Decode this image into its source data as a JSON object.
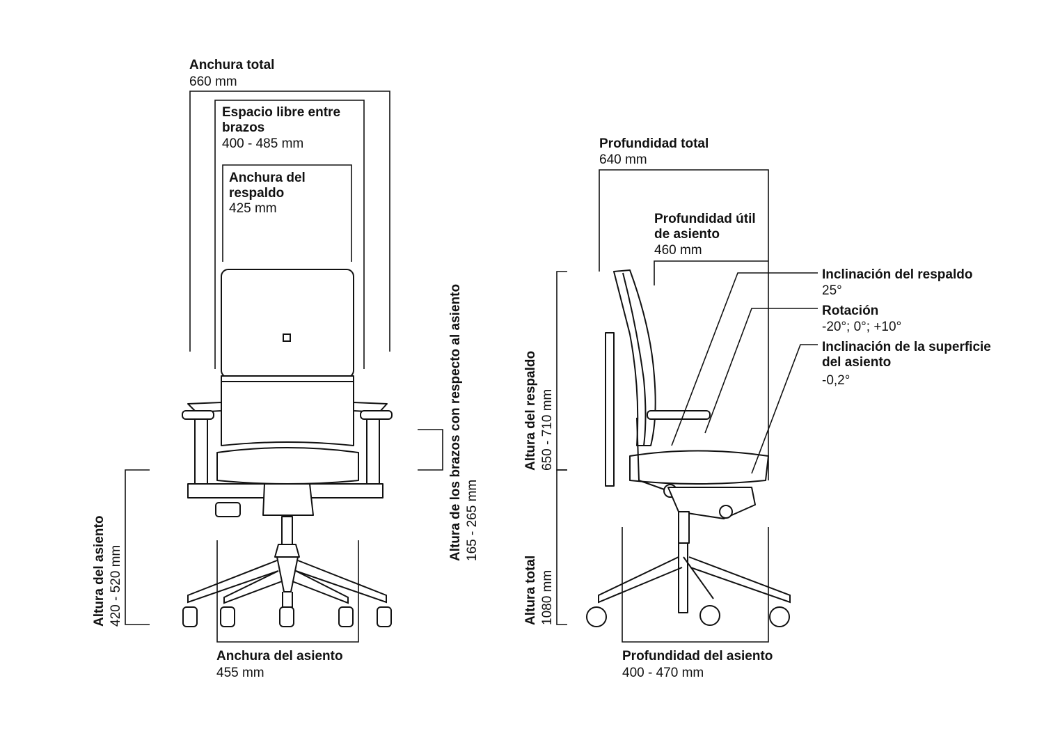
{
  "front_view": {
    "overall_width": {
      "label": "Anchura total",
      "value": "660 mm"
    },
    "armrest_clearance": {
      "label_line1": "Espacio libre entre",
      "label_line2": "brazos",
      "value": "400 - 485 mm"
    },
    "backrest_width": {
      "label_line1": "Anchura del",
      "label_line2": "respaldo",
      "value": "425 mm"
    },
    "seat_height": {
      "label": "Altura del asiento",
      "value": "420 - 520 mm"
    },
    "armrest_height": {
      "label": "Altura de los brazos con respecto al asiento",
      "value": "165 - 265 mm"
    },
    "seat_width": {
      "label": "Anchura del asiento",
      "value": "455 mm"
    }
  },
  "side_view": {
    "overall_depth": {
      "label": "Profundidad total",
      "value": "640 mm"
    },
    "usable_seat_depth": {
      "label_line1": "Profundidad útil",
      "label_line2": "de asiento",
      "value": "460 mm"
    },
    "backrest_height": {
      "label": "Altura del respaldo",
      "value": "650 - 710 mm"
    },
    "overall_height": {
      "label": "Altura total",
      "value": "1080 mm"
    },
    "seat_depth": {
      "label": "Profundidad del asiento",
      "value": "400 - 470 mm"
    },
    "backrest_tilt": {
      "label": "Inclinación del respaldo",
      "value": "25°"
    },
    "rotation": {
      "label": "Rotación",
      "value": "-20°; 0°; +10°"
    },
    "seat_tilt": {
      "label_line1": "Inclinación de la superficie",
      "label_line2": "del asiento",
      "value": "-0,2°"
    }
  }
}
